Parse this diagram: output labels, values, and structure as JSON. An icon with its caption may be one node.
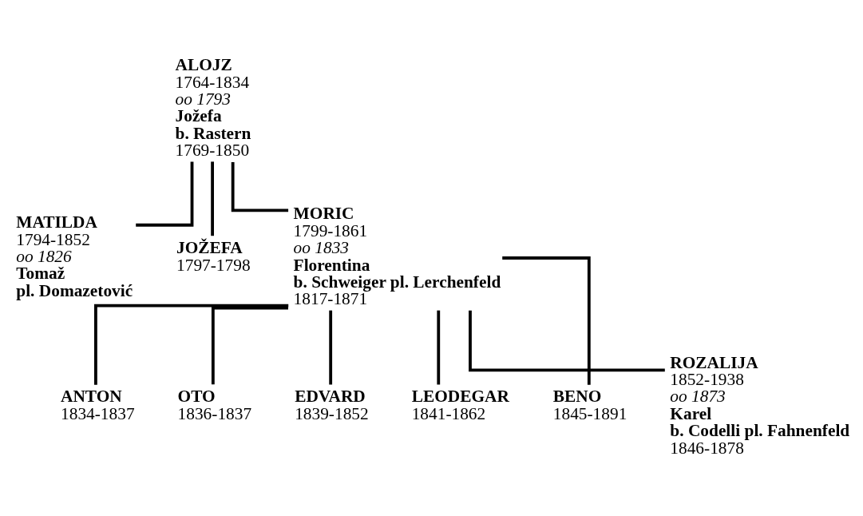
{
  "diagram": {
    "nodes": [
      {
        "text": [
          "ALOJZ",
          "1764-1834",
          "oo 1793",
          "Jožefa",
          "b. Rastern",
          "1769-1850"
        ]
      },
      {
        "text": [
          "MATILDA",
          "1794-1852",
          "oo 1826",
          "Tomaž",
          "pl. Domazetović"
        ]
      },
      {
        "text": [
          "JOŽEFA",
          "1797-1798"
        ]
      },
      {
        "text": [
          "MORIC",
          "1799-1861",
          "oo 1833",
          "Florentina",
          "b. Schweiger pl. Lerchenfeld",
          "1817-1871"
        ]
      },
      {
        "text": [
          "ANTON",
          "1834-1837"
        ]
      },
      {
        "text": [
          "OTO",
          "1836-1837"
        ]
      },
      {
        "text": [
          "EDVARD",
          "1839-1852"
        ]
      },
      {
        "text": [
          "LEODEGAR",
          "1841-1862"
        ]
      },
      {
        "text": [
          "BENO",
          "1845-1891"
        ]
      },
      {
        "text": [
          "ROZALIJA",
          "1852-1938",
          "oo 1873",
          "Karel",
          "b. Codelli pl. Fahnenfeld",
          "1846-1878"
        ]
      }
    ],
    "edges": [
      {
        "from": 0,
        "to": 1,
        "arrow": "none"
      },
      {
        "from": 0,
        "to": 2,
        "arrow": "none"
      },
      {
        "from": 0,
        "to": 3,
        "arrow": "none"
      },
      {
        "from": 3,
        "to": 4,
        "arrow": "none"
      },
      {
        "from": 3,
        "to": 5,
        "arrow": "none"
      },
      {
        "from": 3,
        "to": 6,
        "arrow": "none"
      },
      {
        "from": 3,
        "to": 7,
        "arrow": "none"
      },
      {
        "from": 3,
        "to": 8,
        "arrow": "none"
      },
      {
        "from": 3,
        "to": 9,
        "arrow": "none"
      }
    ]
  }
}
